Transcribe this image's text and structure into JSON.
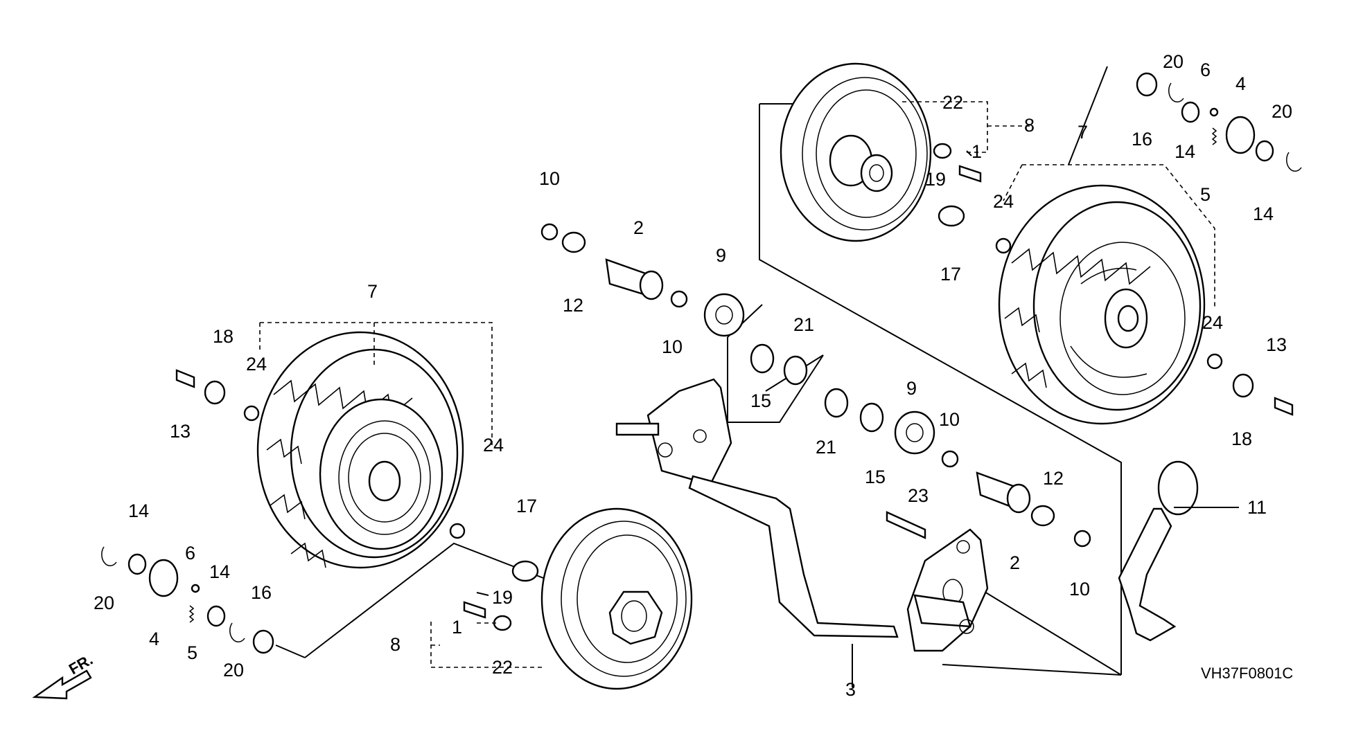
{
  "diagram": {
    "code": "VH37F0801C",
    "direction_label": "FR.",
    "callouts": [
      "1",
      "1",
      "2",
      "2",
      "3",
      "4",
      "4",
      "5",
      "5",
      "6",
      "6",
      "7",
      "7",
      "8",
      "8",
      "9",
      "9",
      "10",
      "10",
      "10",
      "10",
      "11",
      "12",
      "12",
      "13",
      "13",
      "14",
      "14",
      "14",
      "14",
      "15",
      "15",
      "16",
      "16",
      "17",
      "17",
      "18",
      "18",
      "19",
      "19",
      "20",
      "20",
      "20",
      "20",
      "21",
      "21",
      "22",
      "22",
      "23",
      "24",
      "24",
      "24",
      "24"
    ]
  }
}
